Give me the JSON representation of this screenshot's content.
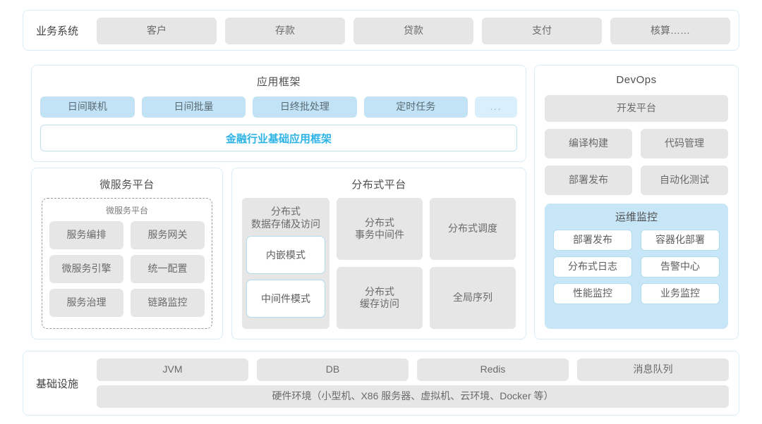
{
  "business_system": {
    "label": "业务系统",
    "items": [
      "客户",
      "存款",
      "贷款",
      "支付",
      "核算……"
    ]
  },
  "app_framework": {
    "title": "应用框架",
    "chips": [
      "日间联机",
      "日间批量",
      "日终批处理",
      "定时任务",
      "..."
    ],
    "base_bar": "金融行业基础应用框架",
    "accent_color": "#2db3e6"
  },
  "microservice_platform": {
    "title": "微服务平台",
    "sub_label": "微服务平台",
    "items": [
      "服务编排",
      "服务网关",
      "微服务引擎",
      "统一配置",
      "服务治理",
      "链路监控"
    ]
  },
  "distributed_platform": {
    "title": "分布式平台",
    "left_column": {
      "title_line1": "分布式",
      "title_line2": "数据存储及访问",
      "modes": [
        "内嵌模式",
        "中间件模式"
      ]
    },
    "grid": [
      {
        "line1": "分布式",
        "line2": "事务中间件"
      },
      {
        "line1": "分布式调度",
        "line2": ""
      },
      {
        "line1": "分布式",
        "line2": "缓存访问"
      },
      {
        "line1": "全局序列",
        "line2": ""
      }
    ]
  },
  "devops": {
    "title": "DevOps",
    "platform": "开发平台",
    "items": [
      "编译构建",
      "代码管理",
      "部署发布",
      "自动化测试"
    ],
    "monitoring": {
      "title": "运维监控",
      "items": [
        "部署发布",
        "容器化部署",
        "分布式日志",
        "告警中心",
        "性能监控",
        "业务监控"
      ],
      "background_color": "#c7e6f7"
    }
  },
  "infrastructure": {
    "label": "基础设施",
    "items": [
      "JVM",
      "DB",
      "Redis",
      "消息队列"
    ],
    "hardware": "硬件环境（小型机、X86 服务器、虚拟机、云环境、Docker 等）"
  },
  "colors": {
    "panel_border": "#d8eef4",
    "chip_gray": "#e6e6e6",
    "chip_blue": "#c2e3f6",
    "text_gray": "#6a6a6a"
  }
}
